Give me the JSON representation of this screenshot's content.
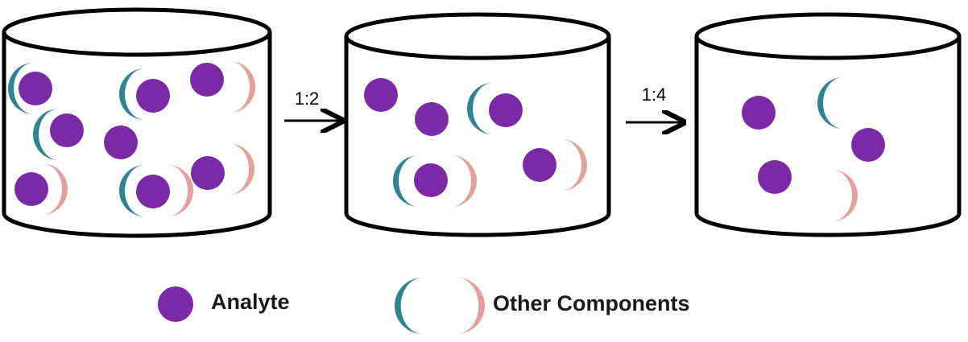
{
  "colors": {
    "analyte": "#7b2aa6",
    "other_teal": "#2f8392",
    "other_pink": "#e3a19e",
    "outline": "#000000"
  },
  "steps": [
    {
      "label": "1:2"
    },
    {
      "label": "1:4"
    }
  ],
  "legend": {
    "analyte_label": "Analyte",
    "other_label": "Other Components"
  },
  "containers": [
    {
      "contents": "analyte particles with teal and pink other components (undiluted)"
    },
    {
      "contents": "fewer particles after 1:2 dilution"
    },
    {
      "contents": "fewest particles after 1:4 dilution"
    }
  ]
}
